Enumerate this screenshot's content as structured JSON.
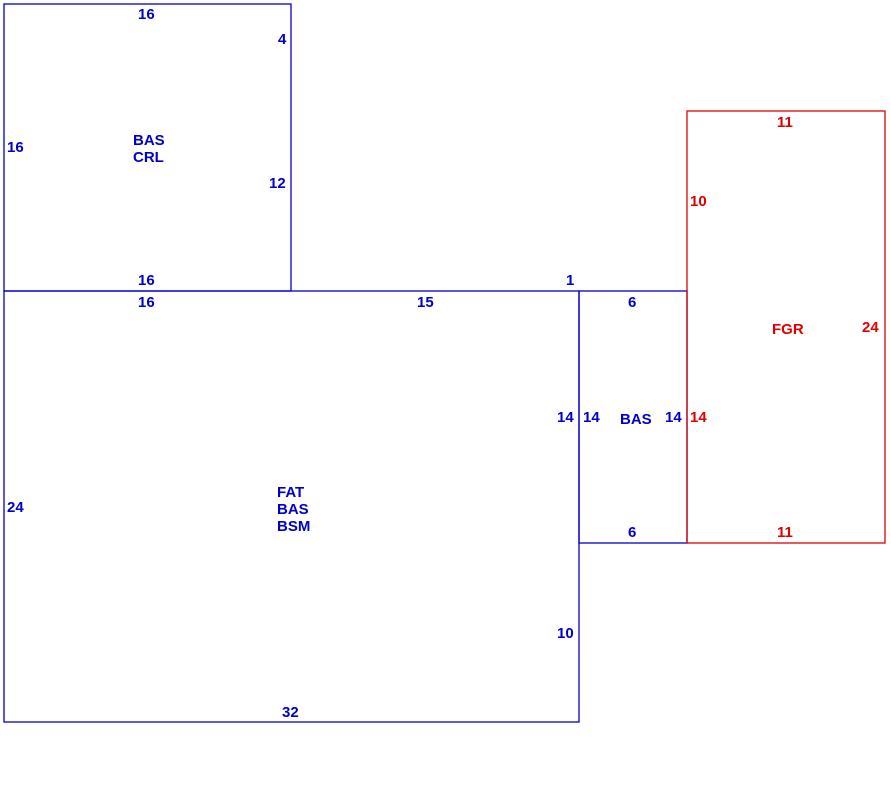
{
  "colors": {
    "primary": "#0000cc",
    "garage": "#e00000"
  },
  "areas": {
    "upper_left": {
      "labels": [
        "BAS",
        "CRL"
      ],
      "dims": {
        "top": "16",
        "left": "16",
        "bottom": "16",
        "right_upper": "4",
        "right_lower": "12"
      }
    },
    "main": {
      "labels": [
        "FAT",
        "BAS",
        "BSM"
      ],
      "dims": {
        "top_left": "16",
        "top_mid": "15",
        "top_right": "1",
        "left": "24",
        "right_upper": "14",
        "right_lower": "10",
        "bottom": "32"
      }
    },
    "small": {
      "labels": [
        "BAS"
      ],
      "dims": {
        "top": "6",
        "left": "14",
        "right": "14",
        "bottom": "6"
      }
    },
    "garage": {
      "labels": [
        "FGR"
      ],
      "dims": {
        "top": "11",
        "left_upper": "10",
        "left_lower": "14",
        "right": "24",
        "bottom": "11"
      }
    }
  }
}
